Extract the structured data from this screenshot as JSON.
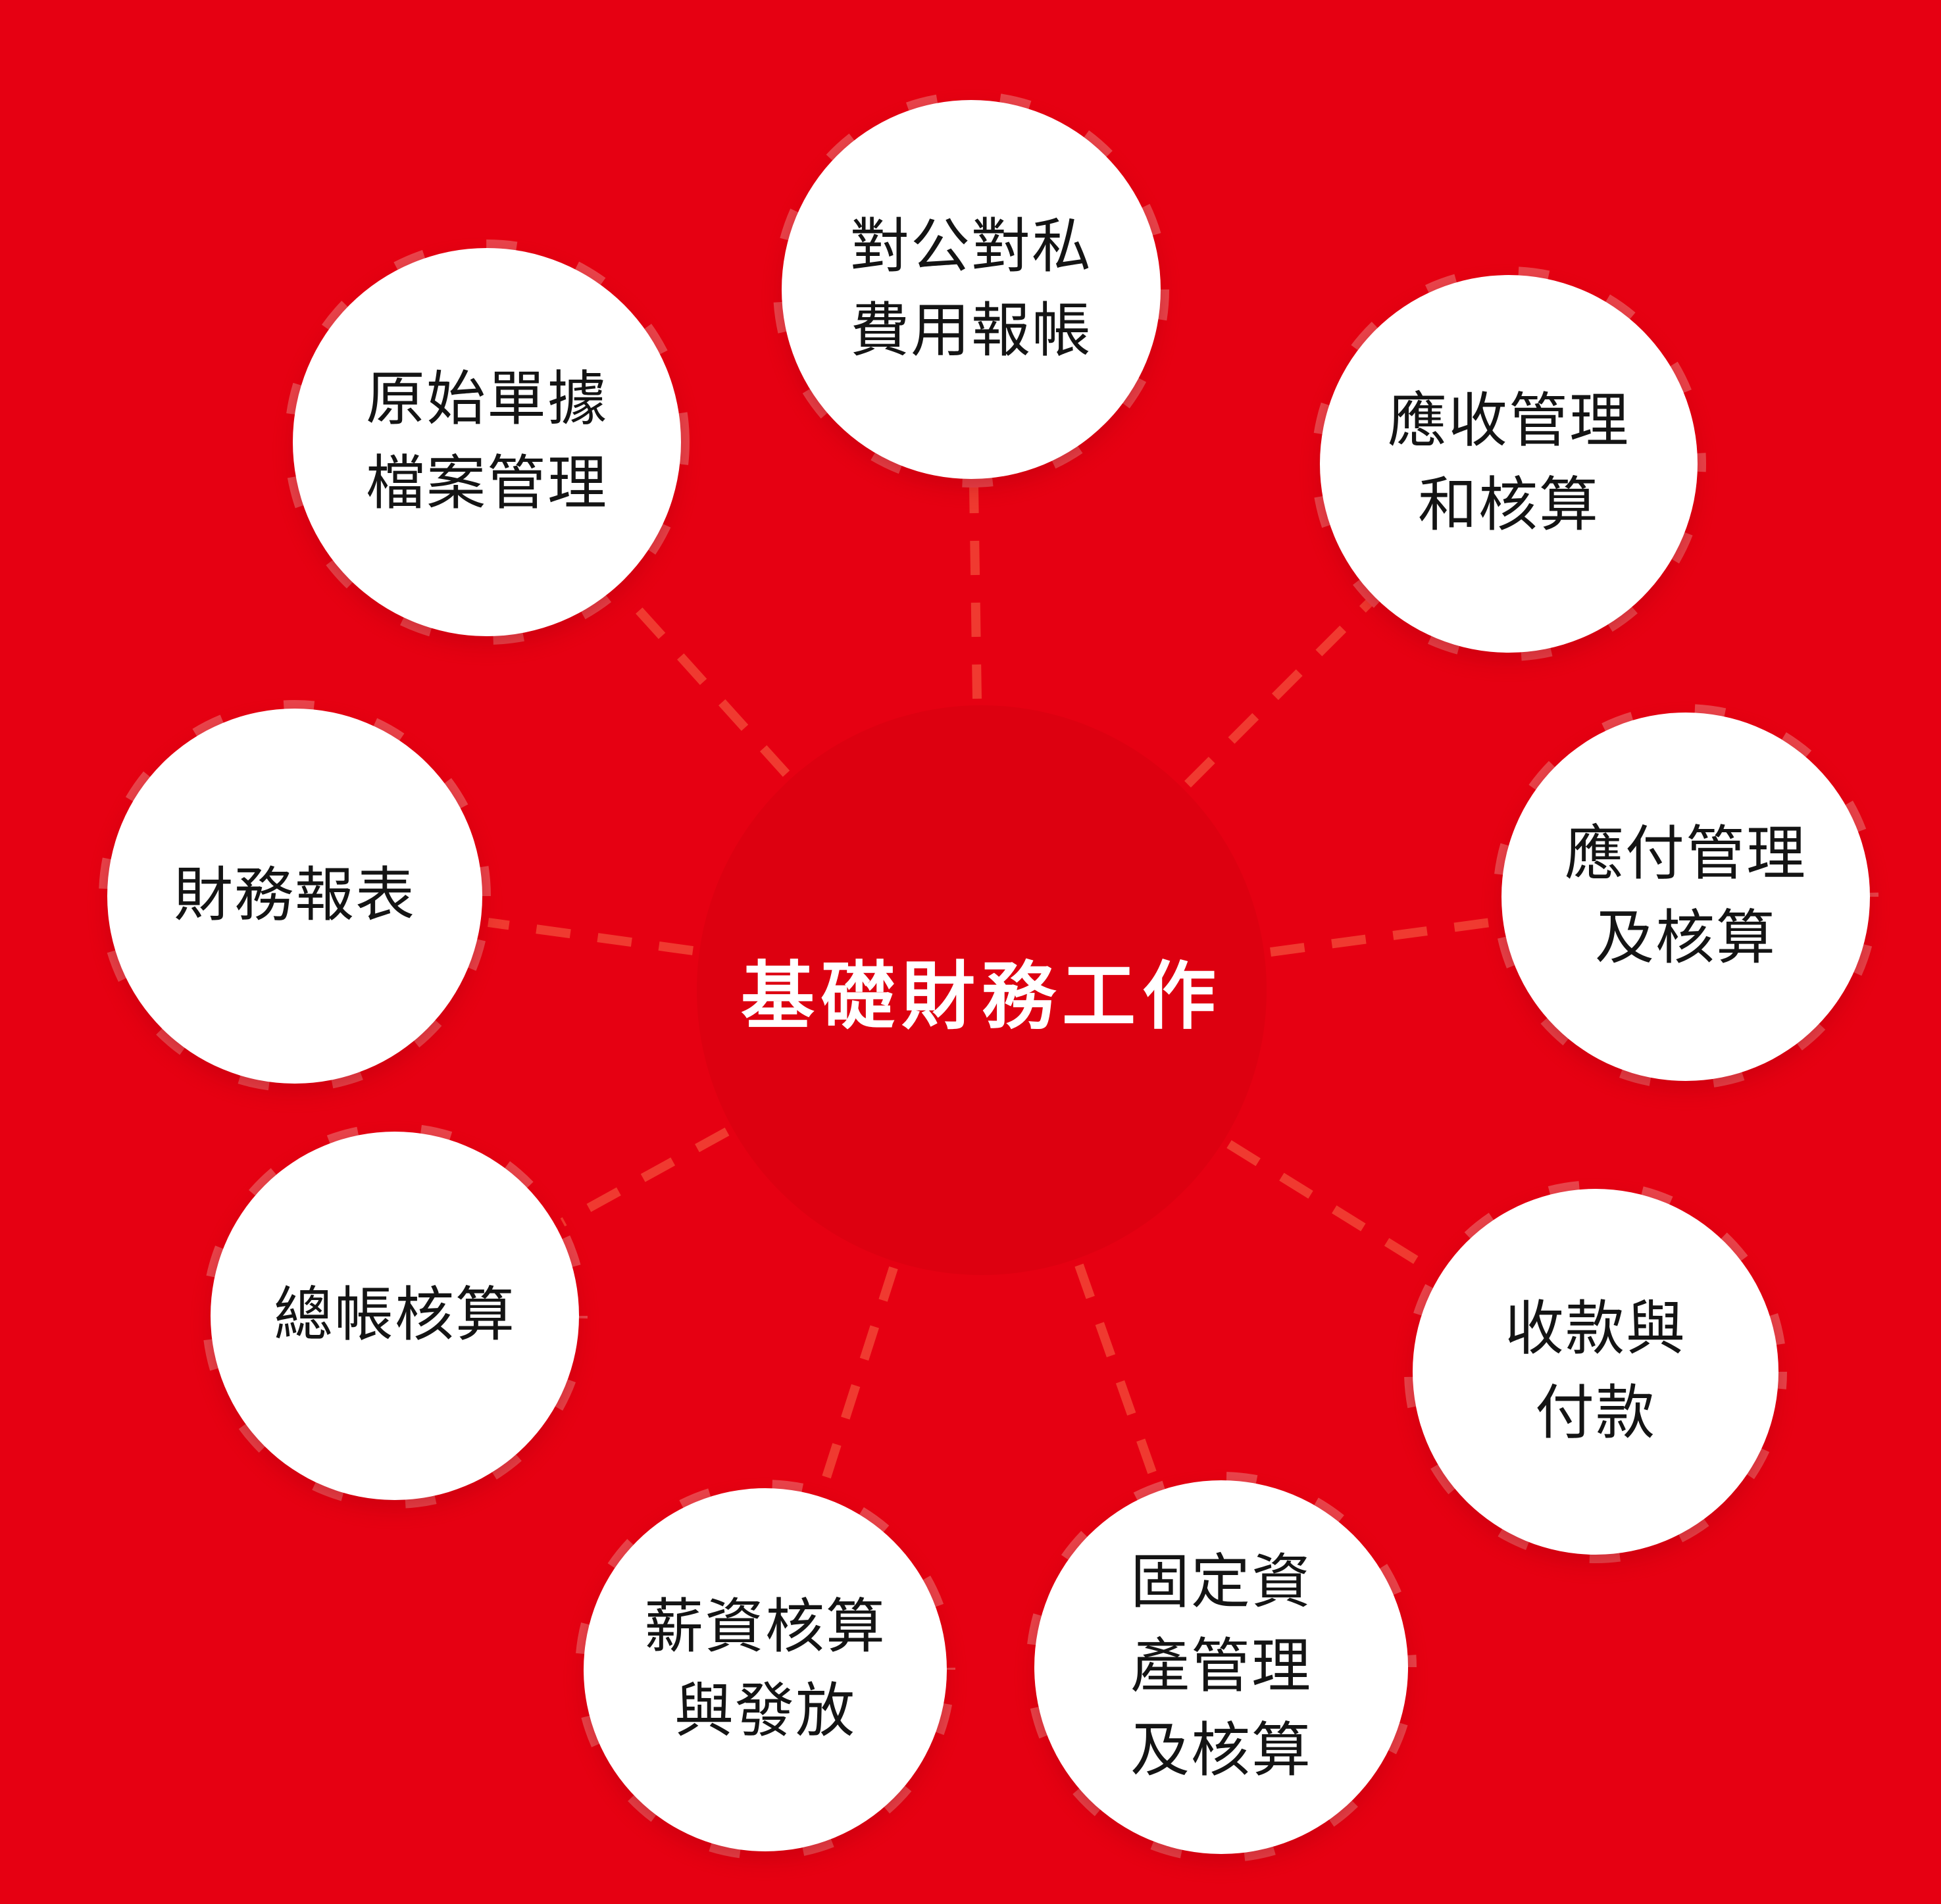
{
  "center": {
    "label": "基礎財務工作"
  },
  "nodes": [
    {
      "id": "expense-reporting",
      "lines": [
        "對公對私",
        "費用報帳"
      ]
    },
    {
      "id": "receivables",
      "lines": [
        "應收管理",
        "和核算"
      ]
    },
    {
      "id": "payables",
      "lines": [
        "應付管理",
        "及核算"
      ]
    },
    {
      "id": "receipts-and-payments",
      "lines": [
        "收款與",
        "付款"
      ]
    },
    {
      "id": "fixed-assets",
      "lines": [
        "固定資",
        "產管理",
        "及核算"
      ]
    },
    {
      "id": "payroll",
      "lines": [
        "薪資核算",
        "與發放"
      ]
    },
    {
      "id": "general-ledger",
      "lines": [
        "總帳核算"
      ]
    },
    {
      "id": "financial-statements",
      "lines": [
        "財務報表"
      ]
    },
    {
      "id": "source-documents",
      "lines": [
        "原始單據",
        "檔案管理"
      ]
    }
  ],
  "colors": {
    "background": "#e60012",
    "hub_fill": "#dd0010",
    "node_fill": "#ffffff",
    "node_text": "#141414",
    "hub_text": "#ffffff",
    "ring_dash": "#e9444b",
    "radial_dash": "#f03a30"
  }
}
